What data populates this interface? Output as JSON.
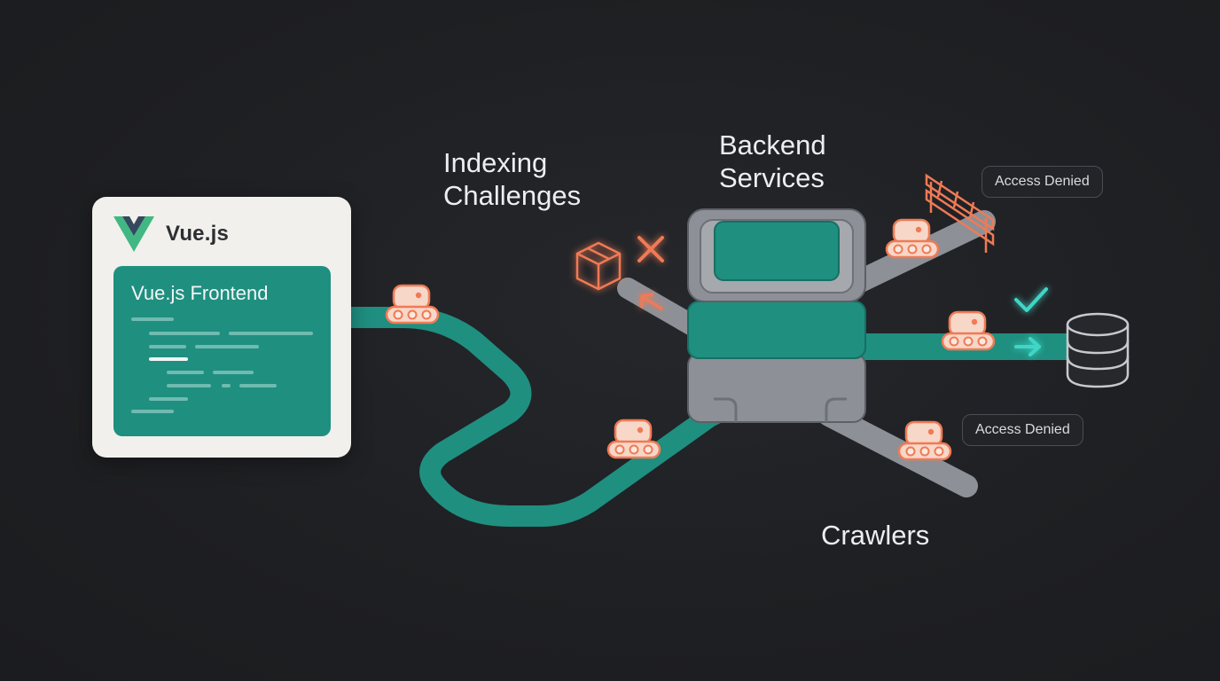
{
  "card": {
    "logo_text": "Vue.js",
    "panel_title": "Vue.js Frontend"
  },
  "labels": {
    "indexing": "Indexing\nChallenges",
    "backend": "Backend\nServices",
    "crawlers": "Crawlers"
  },
  "badges": {
    "top": "Access Denied",
    "bottom": "Access Denied"
  },
  "icons": {
    "logo": "vue-logo-icon",
    "crawler": "crawler-robot-icon",
    "package": "package-box-icon",
    "blocked": "x-mark-icon",
    "allowed": "check-mark-icon",
    "barrier": "barrier-icon",
    "arrow": "arrow-right-icon",
    "database": "database-icon",
    "server": "server-stack-icon"
  },
  "colors": {
    "background": "#1e1f22",
    "teal": "#1f8f80",
    "gray": "#8d9097",
    "orange": "#f07a55",
    "cyan": "#3fd6c6"
  }
}
